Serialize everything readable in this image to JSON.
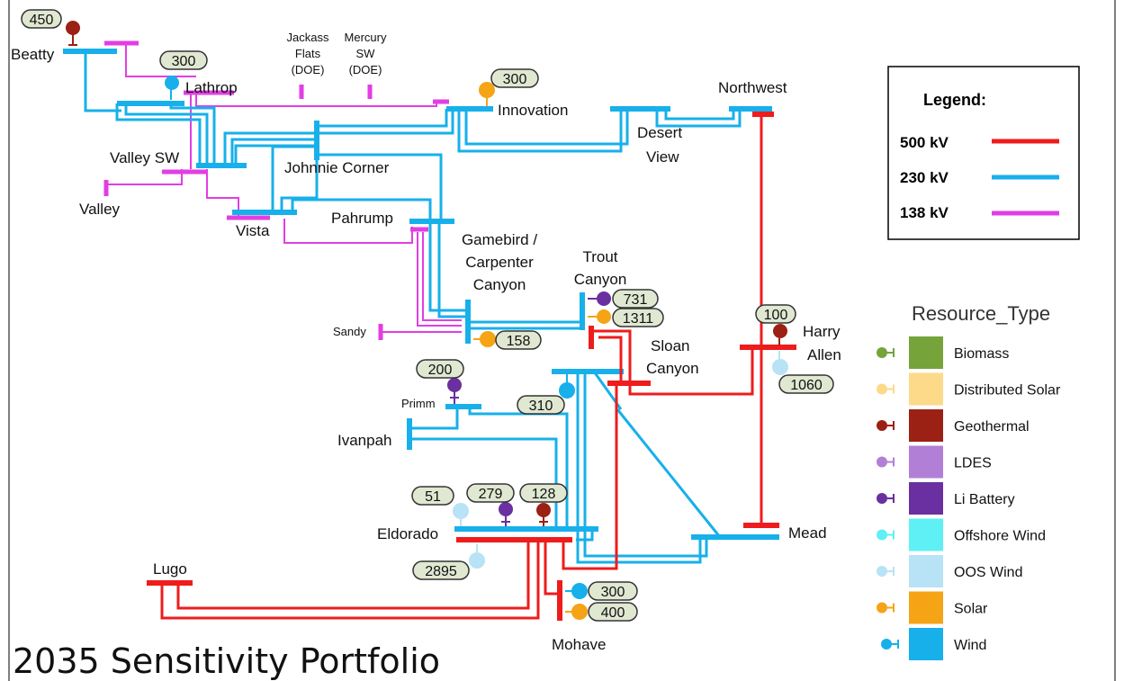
{
  "title": "2035 Sensitivity Portfolio",
  "colors": {
    "kv500": "#ee1c1c",
    "kv230": "#17b0ea",
    "kv138": "#e23ee3",
    "badge_fill": "#e0e8d2",
    "badge_stroke": "#333333"
  },
  "legend": {
    "title": "Legend:",
    "items": [
      {
        "label": "500 kV",
        "color": "#ee1c1c"
      },
      {
        "label": "230 kV",
        "color": "#17b0ea"
      },
      {
        "label": "138 kV",
        "color": "#e23ee3"
      }
    ]
  },
  "resource_legend": {
    "title": "Resource_Type",
    "items": [
      {
        "label": "Biomass",
        "color": "#76a33a",
        "icon": "biomass-icon"
      },
      {
        "label": "Distributed Solar",
        "color": "#fdd98a",
        "icon": "distributed-solar-icon"
      },
      {
        "label": "Geothermal",
        "color": "#9b2115",
        "icon": "geothermal-icon"
      },
      {
        "label": "LDES",
        "color": "#b27fd6",
        "icon": "ldes-icon"
      },
      {
        "label": "Li Battery",
        "color": "#6a2fa0",
        "icon": "li-battery-icon"
      },
      {
        "label": "Offshore Wind",
        "color": "#5ff0f5",
        "icon": "offshore-wind-icon"
      },
      {
        "label": "OOS Wind",
        "color": "#b8e2f6",
        "icon": "oos-wind-icon"
      },
      {
        "label": "Solar",
        "color": "#f5a416",
        "icon": "solar-icon"
      },
      {
        "label": "Wind",
        "color": "#17b0ea",
        "icon": "wind-icon"
      }
    ]
  },
  "buses": {
    "beatty": "Beatty",
    "lathrop": "Lathrop",
    "jackass_l1": "Jackass",
    "jackass_l2": "Flats",
    "jackass_l3": "(DOE)",
    "mercury_l1": "Mercury",
    "mercury_l2": "SW",
    "mercury_l3": "(DOE)",
    "innovation": "Innovation",
    "northwest": "Northwest",
    "desert_view_l1": "Desert",
    "desert_view_l2": "View",
    "valley_sw": "Valley SW",
    "johnnie_corner": "Johnnie Corner",
    "valley": "Valley",
    "vista": "Vista",
    "pahrump": "Pahrump",
    "gamebird_l1": "Gamebird /",
    "gamebird_l2": "Carpenter",
    "gamebird_l3": "Canyon",
    "trout_l1": "Trout",
    "trout_l2": "Canyon",
    "sandy": "Sandy",
    "harry_l1": "Harry",
    "harry_l2": "Allen",
    "sloan_l1": "Sloan",
    "sloan_l2": "Canyon",
    "primm": "Primm",
    "ivanpah": "Ivanpah",
    "eldorado": "Eldorado",
    "mead": "Mead",
    "lugo": "Lugo",
    "mohave": "Mohave"
  },
  "capacities": {
    "beatty_geo": "450",
    "lathrop_wind": "300",
    "innovation_solar": "300",
    "trout_li": "731",
    "trout_solar": "1311",
    "harry_geo": "100",
    "harry_oos": "1060",
    "gamebird_solar": "158",
    "primm_li": "200",
    "sloan_wind": "310",
    "eldorado_oos_a": "51",
    "eldorado_li": "279",
    "eldorado_geo": "128",
    "eldorado_oos_b": "2895",
    "mohave_wind": "300",
    "mohave_solar": "400"
  }
}
